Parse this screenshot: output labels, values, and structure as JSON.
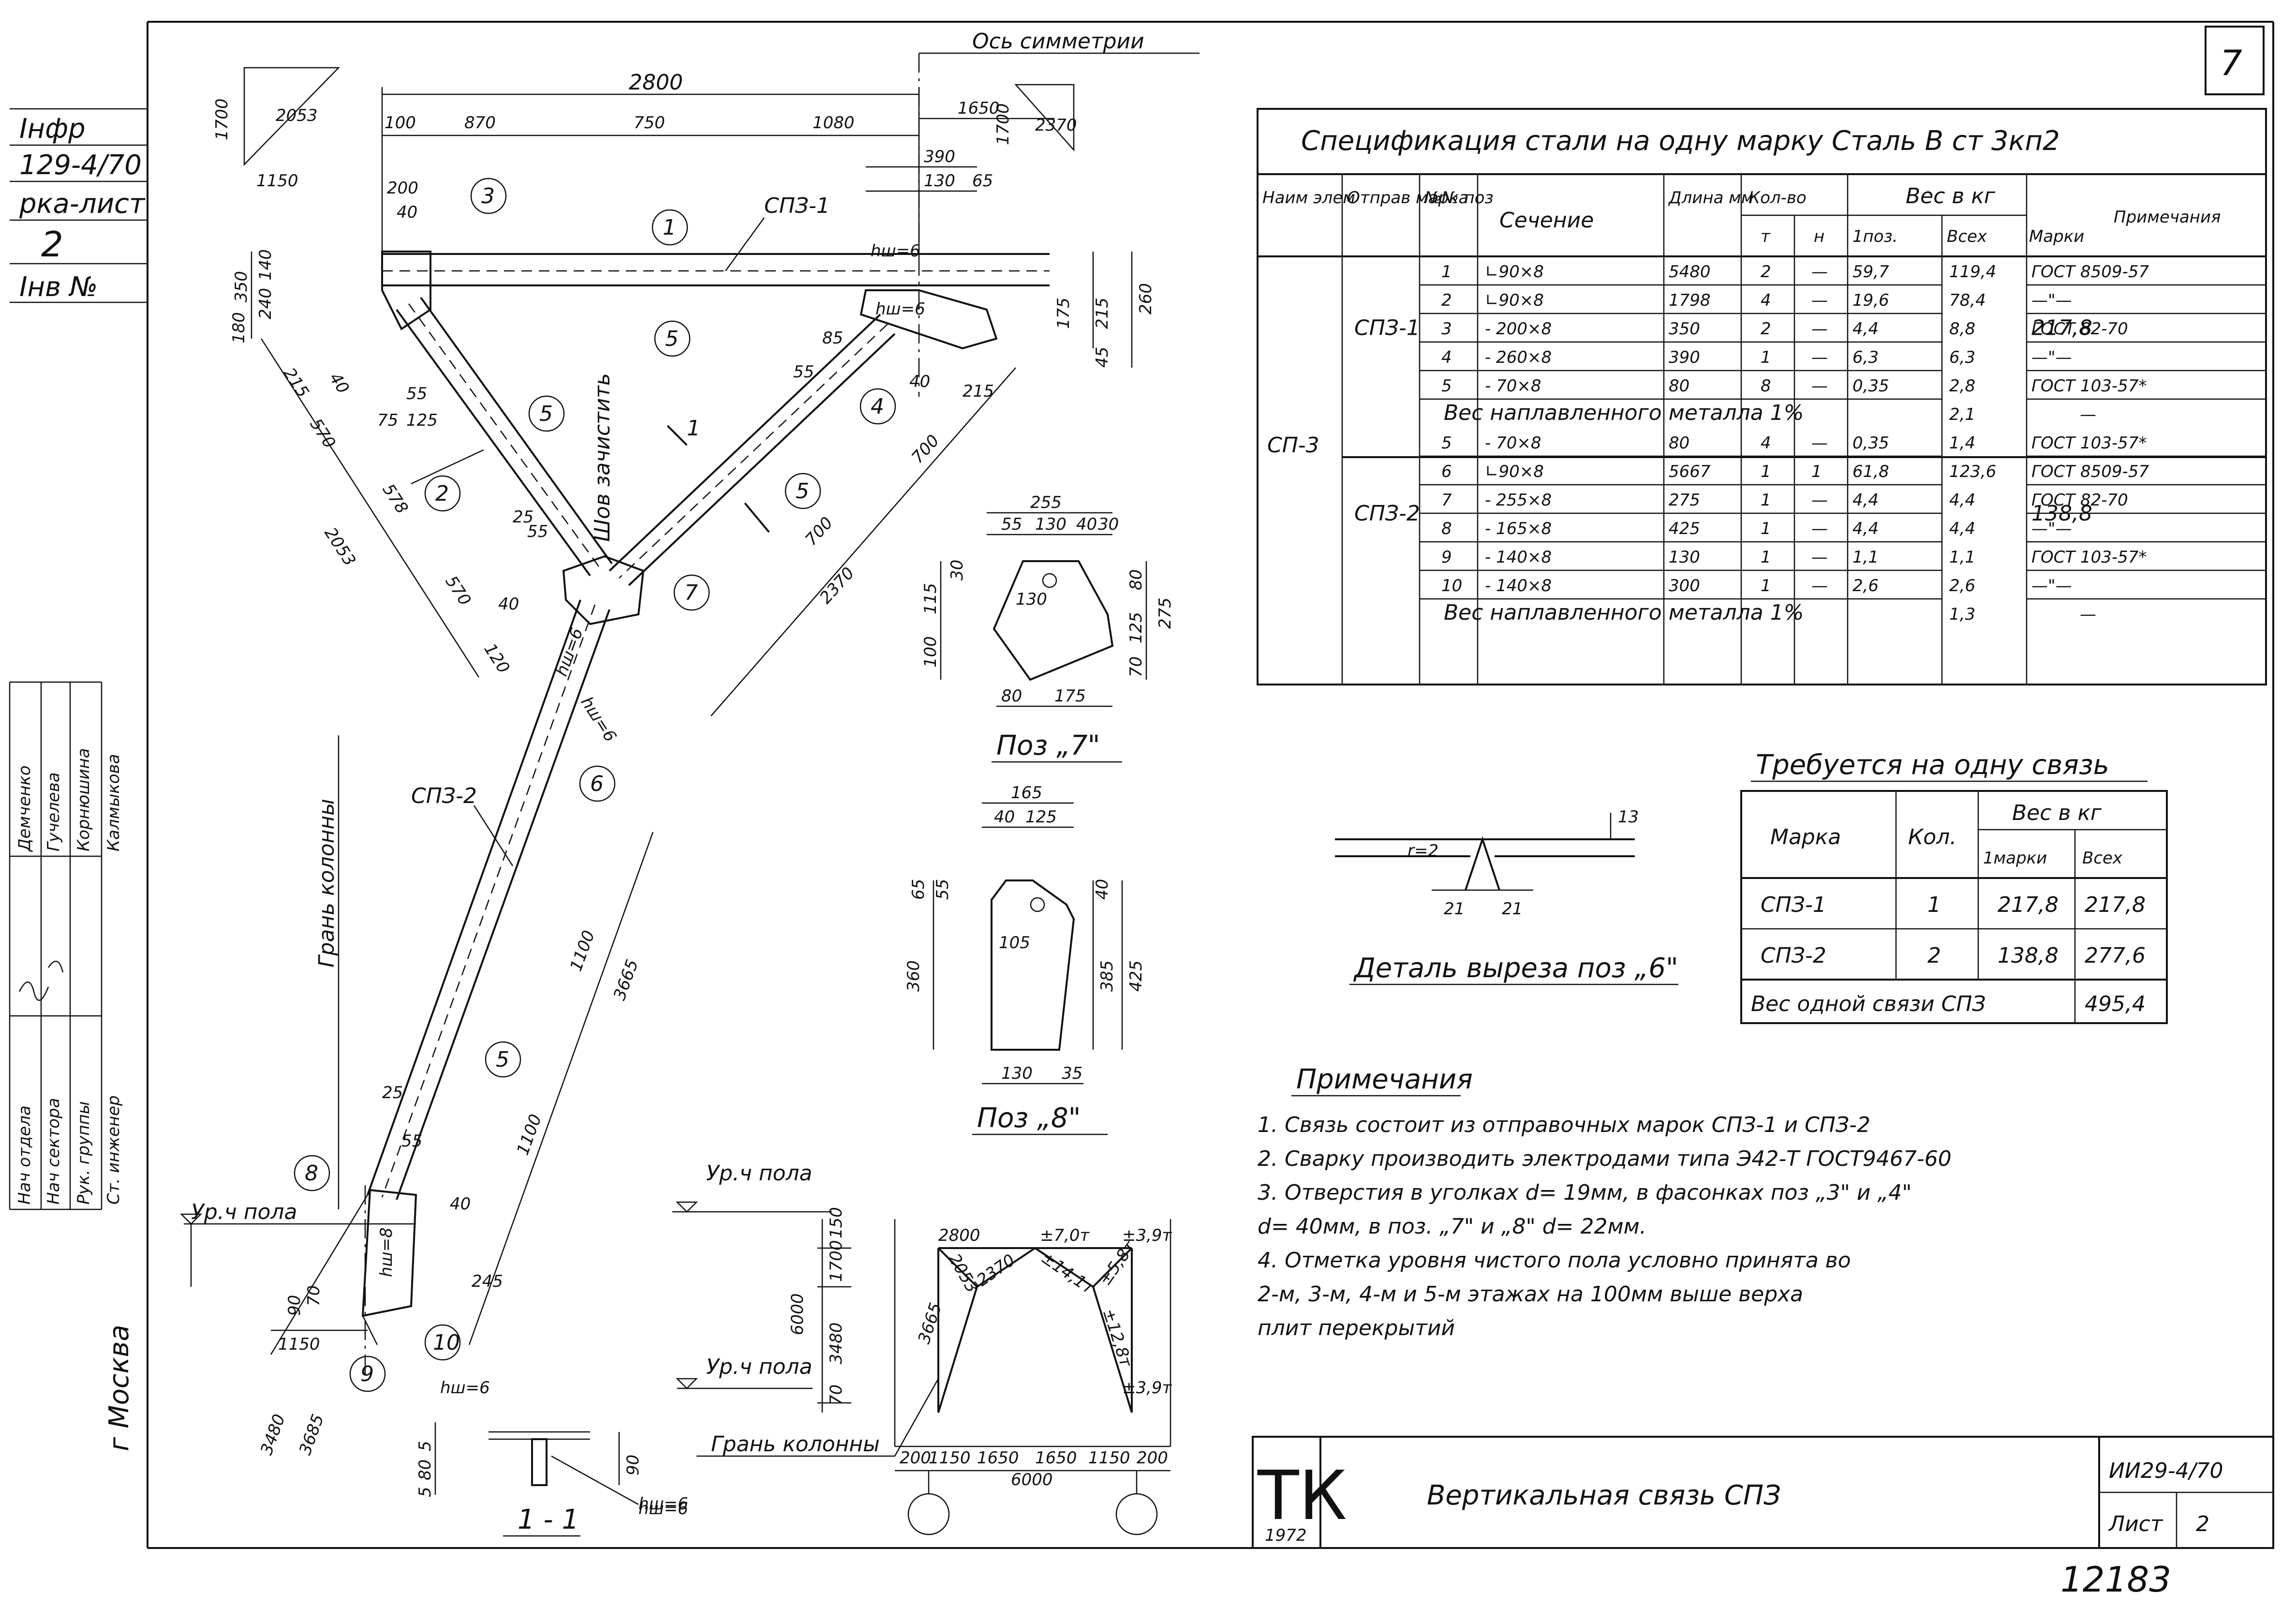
{
  "sheet_number": "7",
  "stamp_number": "12183",
  "left_strip": {
    "labels": [
      "Інфр",
      "129-4/70",
      "рка-лист",
      "2",
      "Інв №"
    ],
    "city": "г Москва",
    "staff_roles": [
      "Нач отдела",
      "Нач сектора",
      "Рук. группы",
      "Ст. инженер"
    ],
    "staff_names": [
      "Демченко",
      "Гучелева",
      "Корнюшина",
      "Калмыкова"
    ]
  },
  "drawing": {
    "axis_label": "Ось симметрии",
    "column_face_label": "Грань колонны",
    "floor_level_label": "Ур.ч пола",
    "weld_label": "Шов зачистить",
    "part_labels": [
      "СПЗ-1",
      "СПЗ-2"
    ],
    "dims_top": [
      "2800",
      "100",
      "870",
      "750",
      "1080",
      "1650",
      "390",
      "130",
      "65"
    ],
    "dims_left": [
      "1700",
      "2053",
      "1150",
      "350",
      "140",
      "240",
      "180",
      "200",
      "40",
      "215",
      "40",
      "570",
      "2053",
      "578",
      "570",
      "75",
      "125",
      "55",
      "55",
      "25",
      "40",
      "120"
    ],
    "dims_right": [
      "1700",
      "2370",
      "175",
      "215",
      "260",
      "45",
      "700",
      "2370",
      "700",
      "40",
      "215",
      "55",
      "85"
    ],
    "dims_column": [
      "1100",
      "3665",
      "1100",
      "25",
      "55",
      "40",
      "245",
      "90",
      "70",
      "1150",
      "3480",
      "3685"
    ],
    "weld_sizes": [
      "hш=6",
      "hш=6",
      "hш=6",
      "hш=6",
      "hш=6",
      "hш=8",
      "hш=6"
    ],
    "position_markers": [
      "1",
      "2",
      "3",
      "4",
      "5",
      "5",
      "5",
      "5",
      "6",
      "7",
      "8",
      "9",
      "10"
    ],
    "cut_marker": "1"
  },
  "detail_pos7": {
    "title": "Поз „7\"",
    "dims": [
      "255",
      "55",
      "130",
      "40",
      "30",
      "30",
      "115",
      "130",
      "80",
      "125",
      "275",
      "100",
      "70",
      "80",
      "175"
    ]
  },
  "detail_pos8": {
    "title": "Поз „8\"",
    "dims": [
      "165",
      "40",
      "125",
      "65",
      "55",
      "105",
      "40",
      "360",
      "385",
      "425",
      "130",
      "35"
    ]
  },
  "detail_cut6": {
    "title": "Деталь выреза поз „6\"",
    "dims": [
      "r=2",
      "21",
      "21",
      "13"
    ]
  },
  "section_11": {
    "title": "1 - 1",
    "dims": [
      "5",
      "80",
      "5",
      "90"
    ],
    "weld": "hш=6"
  },
  "scheme": {
    "floor_label_top": "Ур.ч пола",
    "floor_label_bottom": "Ур.ч пола",
    "column_face": "Грань колонны",
    "top_dims": [
      "2800",
      "±7,0т",
      "±3,9т"
    ],
    "vertical_dims": [
      "6000",
      "150",
      "1700",
      "3480",
      "70"
    ],
    "member_labels": [
      "2053",
      "2370",
      "±14,1т",
      "±5,8т",
      "3665",
      "±12,8т"
    ],
    "bottom_force": "±3,9т",
    "bottom_dims": [
      "200",
      "1150",
      "1650",
      "1650",
      "1150",
      "200"
    ],
    "total": "6000"
  },
  "spec_table": {
    "title": "Спецификация стали на одну марку Сталь В ст 3кп2",
    "headers": {
      "elem": "Наим элем",
      "mark": "Отправ марка",
      "pos": "№№ поз",
      "section": "Сечение",
      "length": "Длина мм",
      "qty": "Кол-во",
      "qty_t": "т",
      "qty_n": "н",
      "weight": "Вес в кг",
      "w_pos": "1поз.",
      "w_all": "Всех",
      "w_mark": "Марки",
      "notes": "Примечания"
    },
    "element": "СП-3",
    "groups": [
      {
        "mark": "СПЗ-1",
        "mark_weight": "217,8",
        "rows": [
          {
            "pos": "1",
            "section": "∟90×8",
            "length": "5480",
            "t": "2",
            "n": "—",
            "wpos": "59,7",
            "wall": "119,4",
            "note": "ГОСТ 8509-57"
          },
          {
            "pos": "2",
            "section": "∟90×8",
            "length": "1798",
            "t": "4",
            "n": "—",
            "wpos": "19,6",
            "wall": "78,4",
            "note": "—\"—"
          },
          {
            "pos": "3",
            "section": "- 200×8",
            "length": "350",
            "t": "2",
            "n": "—",
            "wpos": "4,4",
            "wall": "8,8",
            "note": "ГОСТ 82-70"
          },
          {
            "pos": "4",
            "section": "- 260×8",
            "length": "390",
            "t": "1",
            "n": "—",
            "wpos": "6,3",
            "wall": "6,3",
            "note": "—\"—"
          },
          {
            "pos": "5",
            "section": "- 70×8",
            "length": "80",
            "t": "8",
            "n": "—",
            "wpos": "0,35",
            "wall": "2,8",
            "note": "ГОСТ 103-57*"
          }
        ],
        "weld_row": {
          "label": "Вес наплавленного металла 1%",
          "value": "2,1",
          "note": "—"
        }
      },
      {
        "mark": "СПЗ-2",
        "mark_weight": "138,8",
        "rows": [
          {
            "pos": "5",
            "section": "- 70×8",
            "length": "80",
            "t": "4",
            "n": "—",
            "wpos": "0,35",
            "wall": "1,4",
            "note": "ГОСТ 103-57*"
          },
          {
            "pos": "6",
            "section": "∟90×8",
            "length": "5667",
            "t": "1",
            "n": "1",
            "wpos": "61,8",
            "wall": "123,6",
            "note": "ГОСТ 8509-57"
          },
          {
            "pos": "7",
            "section": "- 255×8",
            "length": "275",
            "t": "1",
            "n": "—",
            "wpos": "4,4",
            "wall": "4,4",
            "note": "ГОСТ 82-70"
          },
          {
            "pos": "8",
            "section": "- 165×8",
            "length": "425",
            "t": "1",
            "n": "—",
            "wpos": "4,4",
            "wall": "4,4",
            "note": "—\"—"
          },
          {
            "pos": "9",
            "section": "- 140×8",
            "length": "130",
            "t": "1",
            "n": "—",
            "wpos": "1,1",
            "wall": "1,1",
            "note": "ГОСТ 103-57*"
          },
          {
            "pos": "10",
            "section": "- 140×8",
            "length": "300",
            "t": "1",
            "n": "—",
            "wpos": "2,6",
            "wall": "2,6",
            "note": "—\"—"
          }
        ],
        "weld_row": {
          "label": "Вес наплавленного металла 1%",
          "value": "1,3",
          "note": "—"
        }
      }
    ]
  },
  "required_table": {
    "title": "Требуется на одну связь",
    "headers": {
      "mark": "Марка",
      "qty": "Кол.",
      "weight": "Вес в кг",
      "w1": "1марки",
      "wall": "Всех"
    },
    "rows": [
      {
        "mark": "СПЗ-1",
        "qty": "1",
        "w1": "217,8",
        "wall": "217,8"
      },
      {
        "mark": "СПЗ-2",
        "qty": "2",
        "w1": "138,8",
        "wall": "277,6"
      }
    ],
    "total_label": "Вес одной связи СПЗ",
    "total_value": "495,4"
  },
  "notes": {
    "title": "Примечания",
    "items": [
      "1.  Связь состоит из отправочных марок СПЗ-1 и СПЗ-2",
      "2.  Сварку производить электродами типа Э42-Т ГОСТ9467-60",
      "3.  Отверстия в уголках d= 19мм, в фасонках поз „3\" и „4\"",
      "     d= 40мм, в поз. „7\" и „8\" d= 22мм.",
      "4.  Отметка уровня чистого пола условно принята во",
      "     2-м, 3-м, 4-м и 5-м этажах на 100мм выше верха",
      "     плит перекрытий"
    ]
  },
  "title_block": {
    "logo": "ТК",
    "year": "1972",
    "title": "Вертикальная связь СПЗ",
    "code": "ИИ29-4/70",
    "sheet_label": "Лист",
    "sheet_value": "2"
  }
}
